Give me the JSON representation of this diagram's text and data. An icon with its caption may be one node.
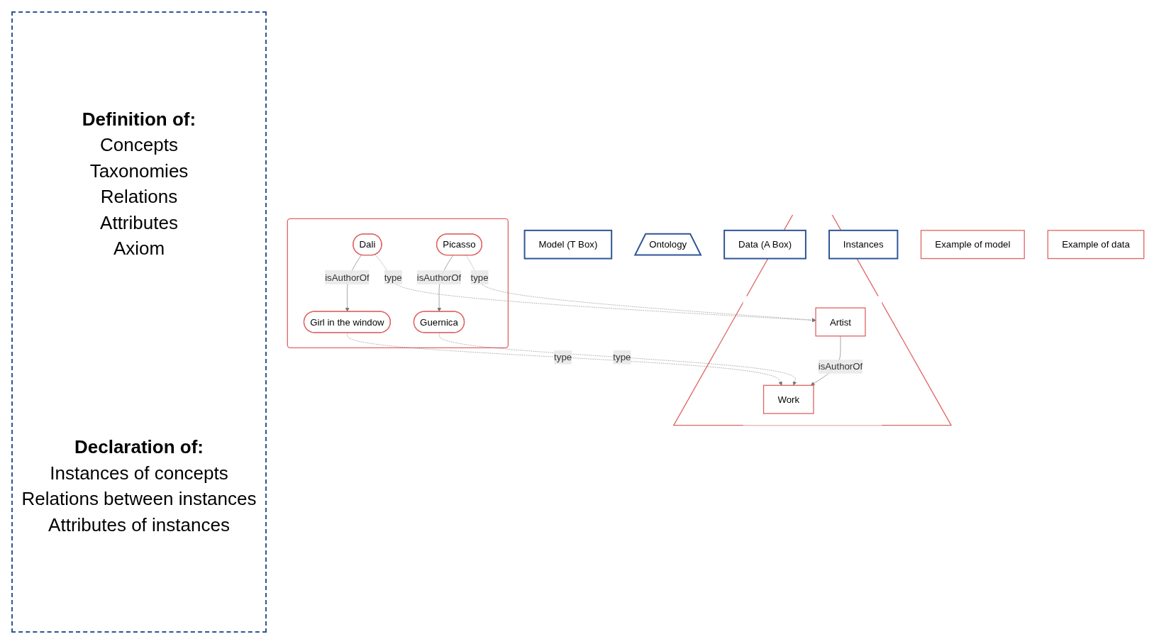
{
  "diagram": {
    "nodes": [
      {
        "text": [
          "Model (T Box)"
        ]
      },
      {
        "text": [
          "Ontology"
        ]
      },
      {
        "text": [
          "Data (A Box)"
        ]
      },
      {
        "text": [
          "Instances"
        ]
      },
      {
        "text": [],
        "shape": "triangle"
      },
      {
        "text": [
          "Artist"
        ],
        "in": 4
      },
      {
        "text": [
          "Work"
        ],
        "in": 4
      },
      {
        "text": [],
        "shape": "box"
      },
      {
        "text": [
          "Girl in the window"
        ],
        "in": 7
      },
      {
        "text": [
          "Dali"
        ],
        "in": 7
      },
      {
        "text": [
          "Guernica"
        ],
        "in": 7
      },
      {
        "text": [
          "Picasso"
        ],
        "in": 7
      },
      {
        "text": [
          "Example of model"
        ]
      },
      {
        "text": [
          "Example of data"
        ]
      }
    ],
    "edges": [
      {
        "from": 5,
        "to": 6,
        "arrow": "to",
        "label": "isAuthorOf"
      },
      {
        "from": 10,
        "to": 6,
        "arrow": "to",
        "label": "type",
        "style": "dashed"
      },
      {
        "from": 8,
        "to": 6,
        "arrow": "to",
        "label": "type",
        "style": "dashed"
      },
      {
        "from": 9,
        "to": 5,
        "arrow": "to",
        "label": "type",
        "style": "dashed"
      },
      {
        "from": 11,
        "to": 5,
        "arrow": "to",
        "label": "type",
        "style": "dashed"
      },
      {
        "from": 9,
        "to": 8,
        "arrow": "to",
        "label": "isAuthorOf"
      },
      {
        "from": 11,
        "to": 10,
        "arrow": "to",
        "label": "isAuthorOf"
      }
    ],
    "labels": [
      "Definition of:",
      "Concepts",
      "Taxonomies",
      "Relations",
      "Attributes",
      "Axiom",
      "Declaration of:",
      "Instances of concepts",
      "Relations between instances",
      "Attributes of instances"
    ]
  }
}
